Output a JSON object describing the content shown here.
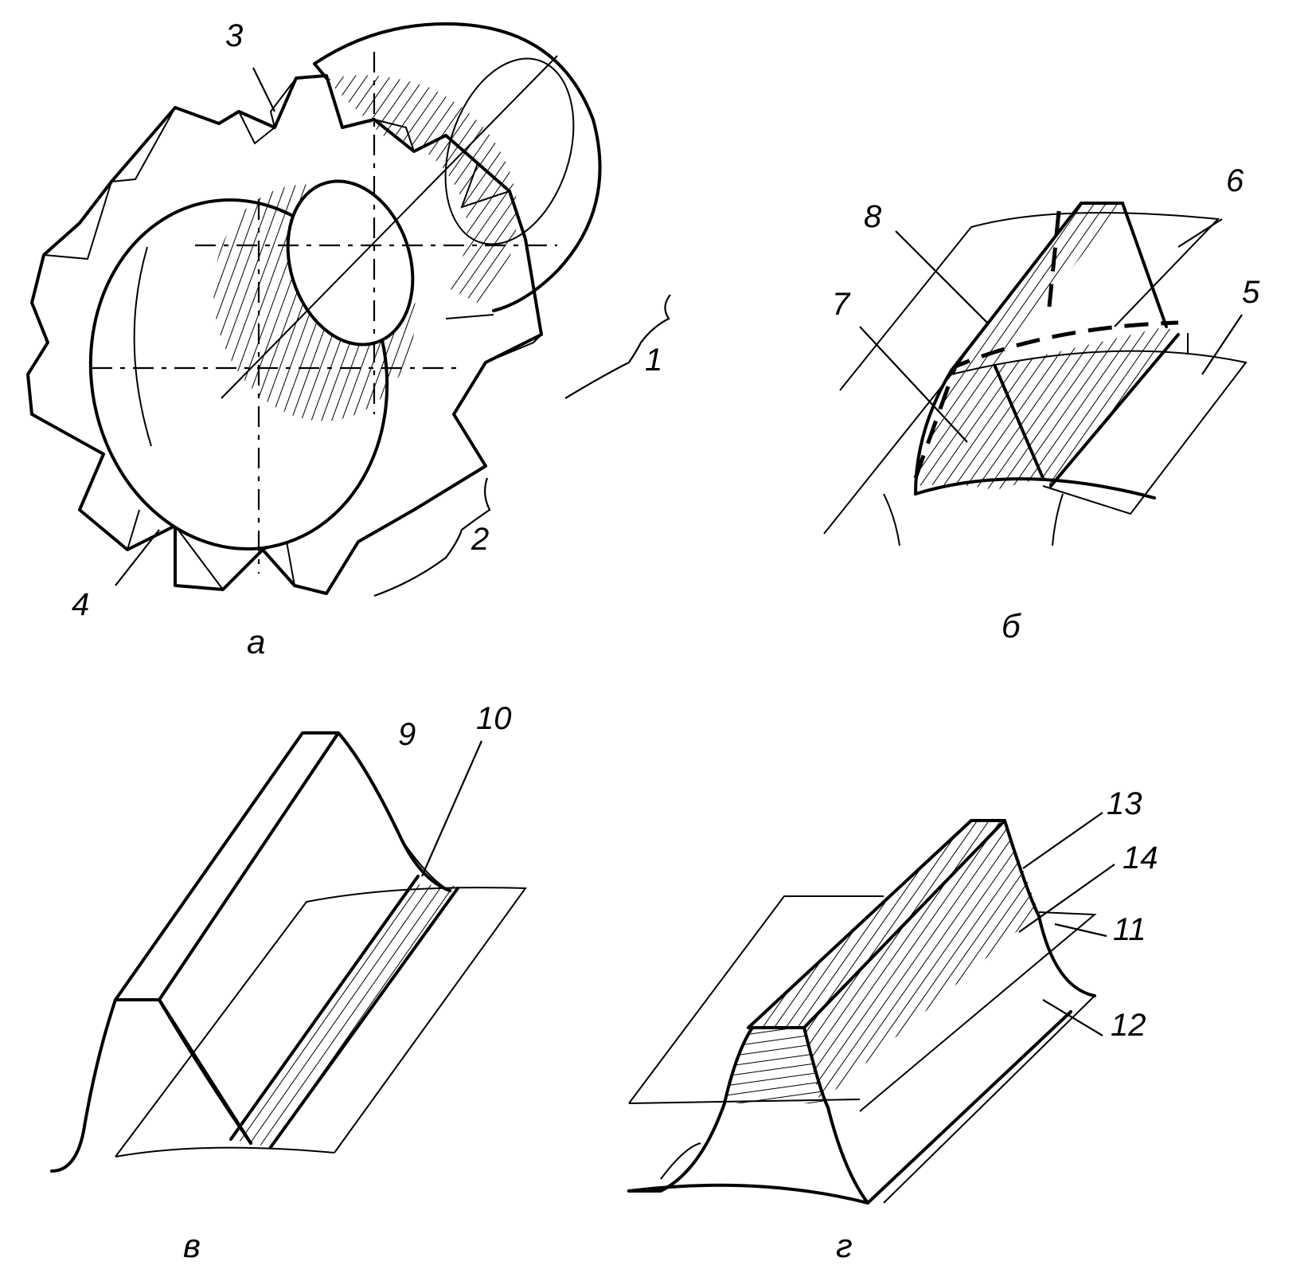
{
  "panels": {
    "a": {
      "caption": "а",
      "labels": [
        "1",
        "2",
        "3",
        "4"
      ]
    },
    "b": {
      "caption": "б",
      "labels": [
        "5",
        "6",
        "7",
        "8"
      ]
    },
    "v": {
      "caption": "в",
      "labels": [
        "9",
        "10"
      ]
    },
    "g": {
      "caption": "г",
      "labels": [
        "11",
        "12",
        "13",
        "14"
      ]
    }
  },
  "colors": {
    "ink": "#000000",
    "paper": "#ffffff"
  }
}
